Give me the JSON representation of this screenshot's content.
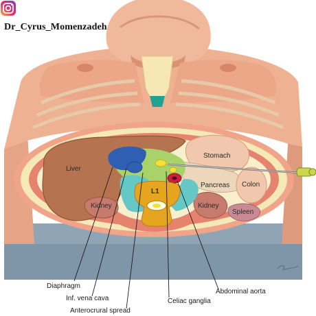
{
  "watermark": {
    "handle": "Dr_Cyrus_Momenzadeh",
    "icon": "instagram-icon"
  },
  "organs": {
    "liver": "Liver",
    "stomach": "Stomach",
    "pancreas": "Pancreas",
    "colon": "Colon",
    "kidney_left": "Kidney",
    "kidney_right": "Kidney",
    "spleen": "Spleen",
    "vertebra": "L1"
  },
  "callouts": {
    "diaphragm": "Diaphragm",
    "ivc": "Inf. vena cava",
    "anterocrural": "Anterocrural spread",
    "celiac": "Celiac ganglia",
    "aorta": "Abdominal aorta"
  },
  "colors": {
    "skin": "#e9a98a",
    "fat": "#f6e9b8",
    "muscle": "#e6836e",
    "liver": "#b5734f",
    "stomach": "#f1c7ad",
    "pancreas": "#ecd7bd",
    "kidney": "#c77b6c",
    "spleen": "#c88a93",
    "vertebra": "#e6a51f",
    "ivc": "#2f5fb3",
    "aorta": "#cc1f3b",
    "spread": "#a9d36a",
    "table": "#8fa4b4"
  }
}
